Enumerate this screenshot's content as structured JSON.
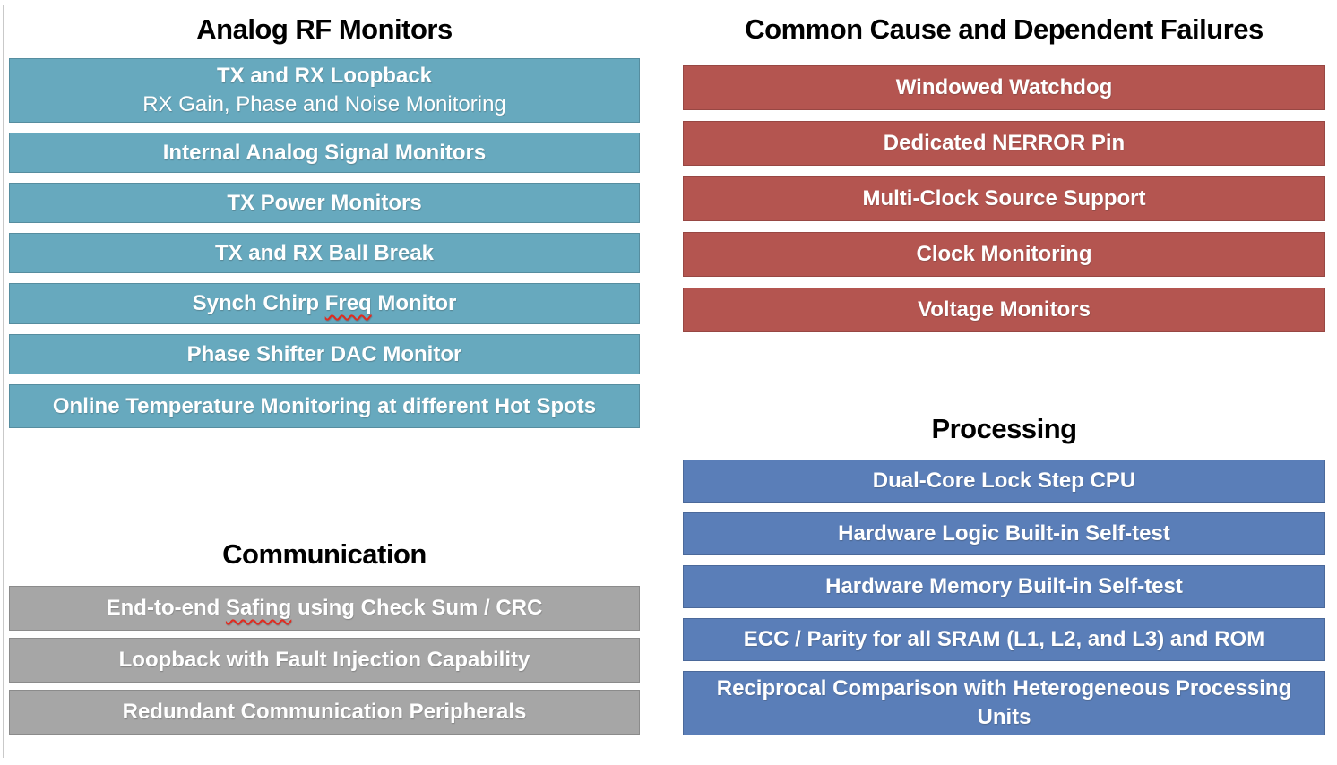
{
  "colors": {
    "teal": "#67A9BE",
    "red": "#B45550",
    "blue": "#5A7EB8",
    "gray": "#A6A6A6",
    "title": "#000000",
    "bartext": "#FFFFFF",
    "squiggle": "#E02B20"
  },
  "sections": {
    "analog_rf": {
      "title": "Analog RF Monitors",
      "bars": [
        {
          "line1": "TX and RX Loopback",
          "line2": "RX Gain, Phase and Noise Monitoring"
        },
        {
          "label": "Internal Analog Signal Monitors"
        },
        {
          "label": "TX Power Monitors"
        },
        {
          "label": "TX and RX Ball Break"
        },
        {
          "pre": "Synch Chirp ",
          "misspelled": "Freq",
          "post": " Monitor"
        },
        {
          "label": "Phase Shifter DAC Monitor"
        },
        {
          "label": "Online Temperature Monitoring at different Hot Spots"
        }
      ]
    },
    "common_cause": {
      "title": "Common Cause and Dependent Failures",
      "bars": [
        {
          "label": "Windowed Watchdog"
        },
        {
          "label": "Dedicated NERROR Pin"
        },
        {
          "label": "Multi-Clock Source Support"
        },
        {
          "label": "Clock Monitoring"
        },
        {
          "label": "Voltage Monitors"
        }
      ]
    },
    "communication": {
      "title": "Communication",
      "bars": [
        {
          "pre": "End-to-end ",
          "misspelled": "Safing",
          "post": " using Check Sum / CRC"
        },
        {
          "label": "Loopback with Fault Injection Capability"
        },
        {
          "label": "Redundant Communication Peripherals"
        }
      ]
    },
    "processing": {
      "title": "Processing",
      "bars": [
        {
          "label": "Dual-Core Lock Step CPU"
        },
        {
          "label": "Hardware Logic Built-in Self-test"
        },
        {
          "label": "Hardware Memory Built-in Self-test"
        },
        {
          "label": "ECC / Parity for all SRAM (L1, L2, and L3) and ROM"
        },
        {
          "line1": "Reciprocal Comparison with Heterogeneous Processing",
          "line2": "Units"
        }
      ]
    }
  }
}
